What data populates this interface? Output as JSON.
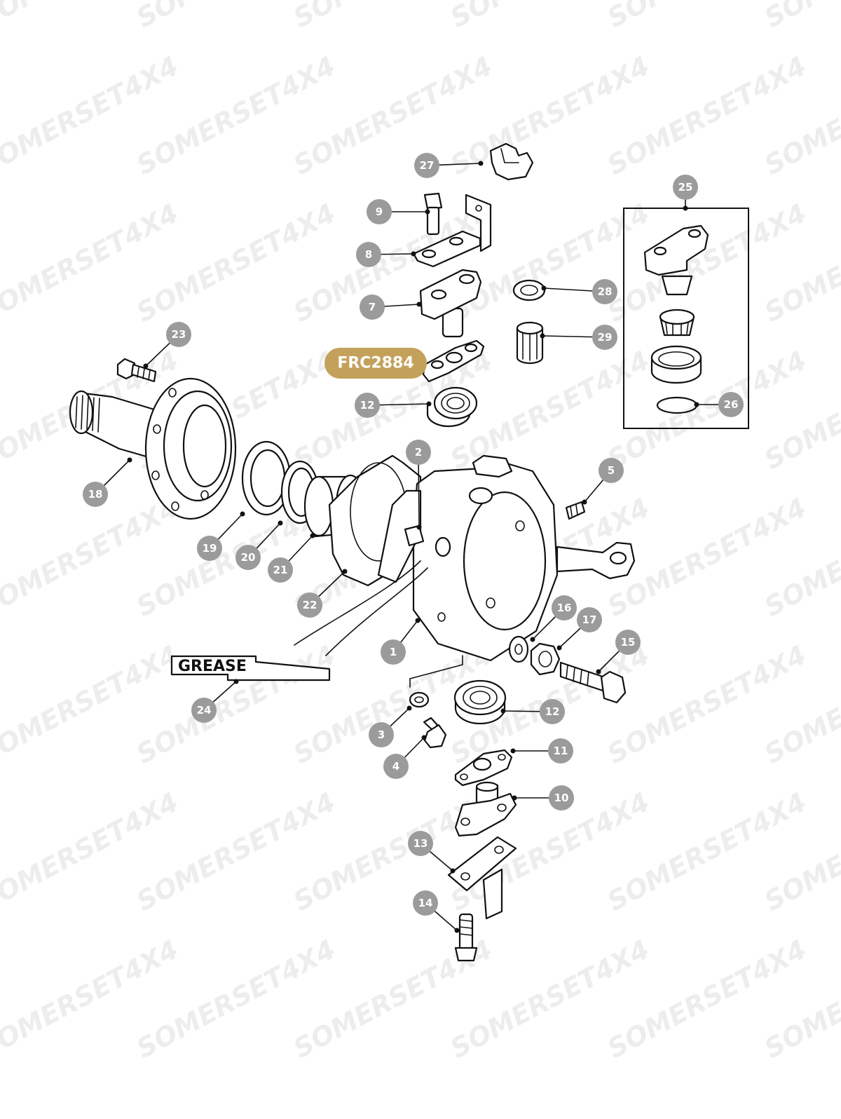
{
  "watermark": "SOMERSET4X4",
  "highlight_label": "FRC2884",
  "grease_label": "GREASE",
  "callouts": [
    {
      "id": "c27",
      "label": "27"
    },
    {
      "id": "c9",
      "label": "9"
    },
    {
      "id": "c8",
      "label": "8"
    },
    {
      "id": "c7",
      "label": "7"
    },
    {
      "id": "c12a",
      "label": "12"
    },
    {
      "id": "c25",
      "label": "25"
    },
    {
      "id": "c28",
      "label": "28"
    },
    {
      "id": "c29",
      "label": "29"
    },
    {
      "id": "c26",
      "label": "26"
    },
    {
      "id": "c23",
      "label": "23"
    },
    {
      "id": "c18",
      "label": "18"
    },
    {
      "id": "c2",
      "label": "2"
    },
    {
      "id": "c5",
      "label": "5"
    },
    {
      "id": "c19",
      "label": "19"
    },
    {
      "id": "c20",
      "label": "20"
    },
    {
      "id": "c21",
      "label": "21"
    },
    {
      "id": "c22",
      "label": "22"
    },
    {
      "id": "c1",
      "label": "1"
    },
    {
      "id": "c16",
      "label": "16"
    },
    {
      "id": "c17",
      "label": "17"
    },
    {
      "id": "c15",
      "label": "15"
    },
    {
      "id": "c24",
      "label": "24"
    },
    {
      "id": "c12b",
      "label": "12"
    },
    {
      "id": "c3",
      "label": "3"
    },
    {
      "id": "c4",
      "label": "4"
    },
    {
      "id": "c11",
      "label": "11"
    },
    {
      "id": "c10",
      "label": "10"
    },
    {
      "id": "c13",
      "label": "13"
    },
    {
      "id": "c14",
      "label": "14"
    }
  ]
}
